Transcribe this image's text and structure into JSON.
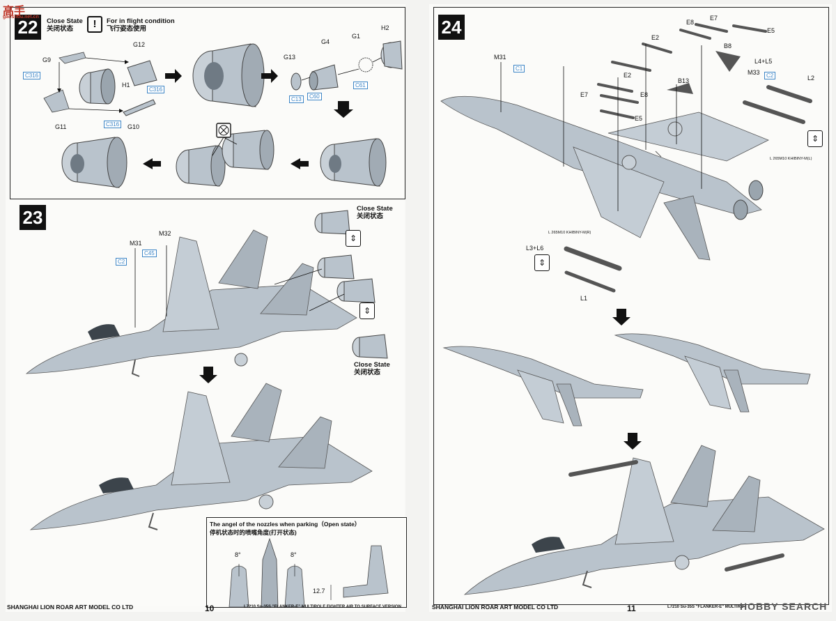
{
  "watermark_top": {
    "logo_text": "高手",
    "site": "gaoshou.net.cn"
  },
  "left_page": {
    "step22": {
      "number": "22",
      "close_state_en": "Close State",
      "close_state_cn": "关闭状态",
      "flight_note_en": "For in flight condition",
      "flight_note_cn": "飞行姿态使用",
      "parts": {
        "g9": "G9",
        "g12": "G12",
        "h1": "H1",
        "g11": "G11",
        "g10": "G10",
        "g13": "G13",
        "g4": "G4",
        "g1": "G1",
        "h2": "H2"
      },
      "callouts": {
        "c316a": "C316",
        "c316b": "C316",
        "c316c": "C316",
        "c13": "C13",
        "c60": "C60",
        "c61": "C61"
      }
    },
    "step23": {
      "number": "23",
      "parts": {
        "m31": "M31",
        "m32": "M32"
      },
      "callouts": {
        "c2": "C2",
        "c45": "C45"
      },
      "close_state_en_1": "Close State",
      "close_state_cn_1": "关闭状态",
      "close_state_en_2": "Close State",
      "close_state_cn_2": "关闭状态",
      "inset_title_en": "The angel of the nozzles when parking（Open state）",
      "inset_title_cn": "停机状态时的喷嘴角度(打开状态)",
      "angle_left": "8°",
      "angle_right": "8°",
      "dimension": "12.7"
    },
    "footer_company": "SHANGHAI LION ROAR ART MODEL CO LTD",
    "page_number": "10",
    "footer_product": "L7210  Su-35S  \"FLANKER-E\"  MULTIROLE FIGHTER AIR TO SURFACE VERSION"
  },
  "right_page": {
    "step24": {
      "number": "24",
      "parts": {
        "m31": "M31",
        "e2a": "E2",
        "e8a": "E8",
        "e7a": "E7",
        "e5a": "E5",
        "b8": "B8",
        "l4l5": "L4+L5",
        "m33": "M33",
        "l2": "L2",
        "e2b": "E2",
        "e7b": "E7",
        "e8b": "E8",
        "e5b": "E5",
        "b13": "B13",
        "l3l6": "L3+L6",
        "l1": "L1"
      },
      "callouts": {
        "c1": "C1",
        "c2": "C2"
      },
      "missile_left": "L 265M10 KHIBINY-M(R)",
      "missile_right": "L 265M10 KHIBINY-M(L)"
    },
    "footer_company": "SHANGHAI LION ROAR ART MODEL CO LTD",
    "page_number": "11",
    "footer_product": "L7210  Su-35S  \"FLANKER-E\"  MULTIROLE FIGHTER AIR TO SURFACE VERSION",
    "watermark": "HOBBY SEARCH"
  },
  "colors": {
    "model": "#b9c3cc",
    "model_dark": "#8d98a3",
    "callout": "#3b84c5",
    "ink": "#111111"
  }
}
